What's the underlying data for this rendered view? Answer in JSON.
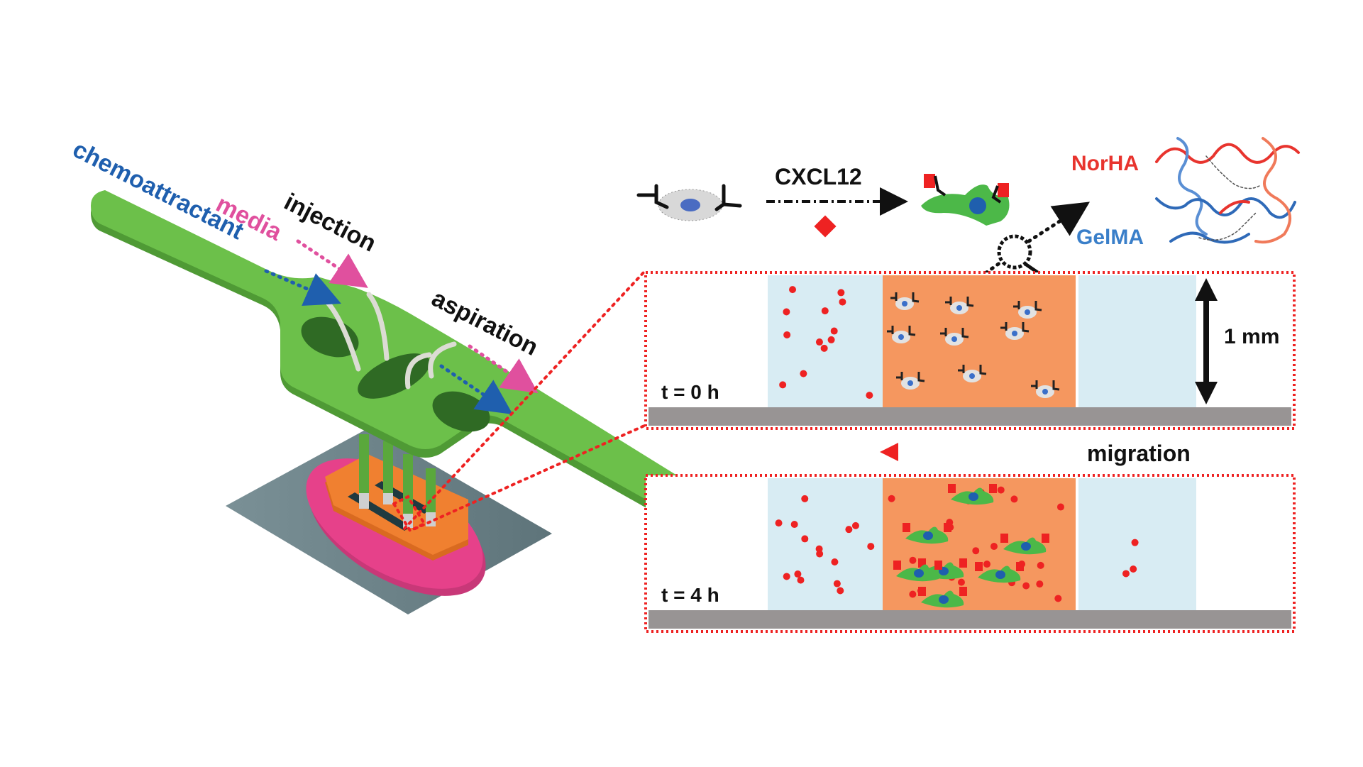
{
  "device": {
    "labels": {
      "chemoattractant": "chemoattractant",
      "media": "media",
      "injection": "injection",
      "aspiration": "aspiration"
    },
    "colors": {
      "chemoattractant": "#1f5fae",
      "media": "#e0509e",
      "text": "#111111",
      "manifold": "#6cc04a",
      "manifold_dark": "#4f9a35",
      "well": "#2f6a24",
      "tubing": "#dcdcd4",
      "gasket": "#e6418a",
      "chip": "#f08030",
      "base": "#6b8288",
      "zoom_lines": "#ee2222"
    }
  },
  "scheme": {
    "cell_before": "quiescent-cell",
    "stimulus_label": "CXCL12",
    "cell_after": "activated-cell",
    "hydrogel_labels": {
      "norha": "NorHA",
      "gelma": "GelMA"
    },
    "colors": {
      "norha": "#e8342e",
      "gelma": "#3a7fc9",
      "chemokine": "#ee2222",
      "cell_active": "#4cb848",
      "cell_rest": "#d8d8d8",
      "nucleus": "#1f5fae"
    }
  },
  "panels": [
    {
      "time_label": "t = 0 h",
      "scale_label": "1 mm",
      "source_channel_chemokines": 13,
      "gel_cells": 9,
      "gel_chemokines": 0,
      "sink_channel_chemokines": 0,
      "cell_state": "quiescent"
    },
    {
      "time_label": "t = 4 h",
      "source_channel_chemokines": 15,
      "gel_cells": 7,
      "gel_chemokines": 22,
      "sink_channel_chemokines": 3,
      "cell_state": "migrating"
    }
  ],
  "migration_label": "migration",
  "panel_colors": {
    "channel": "#d8ecf3",
    "gel": "#f5975f",
    "substrate": "#989494",
    "border": "#ee2222"
  }
}
